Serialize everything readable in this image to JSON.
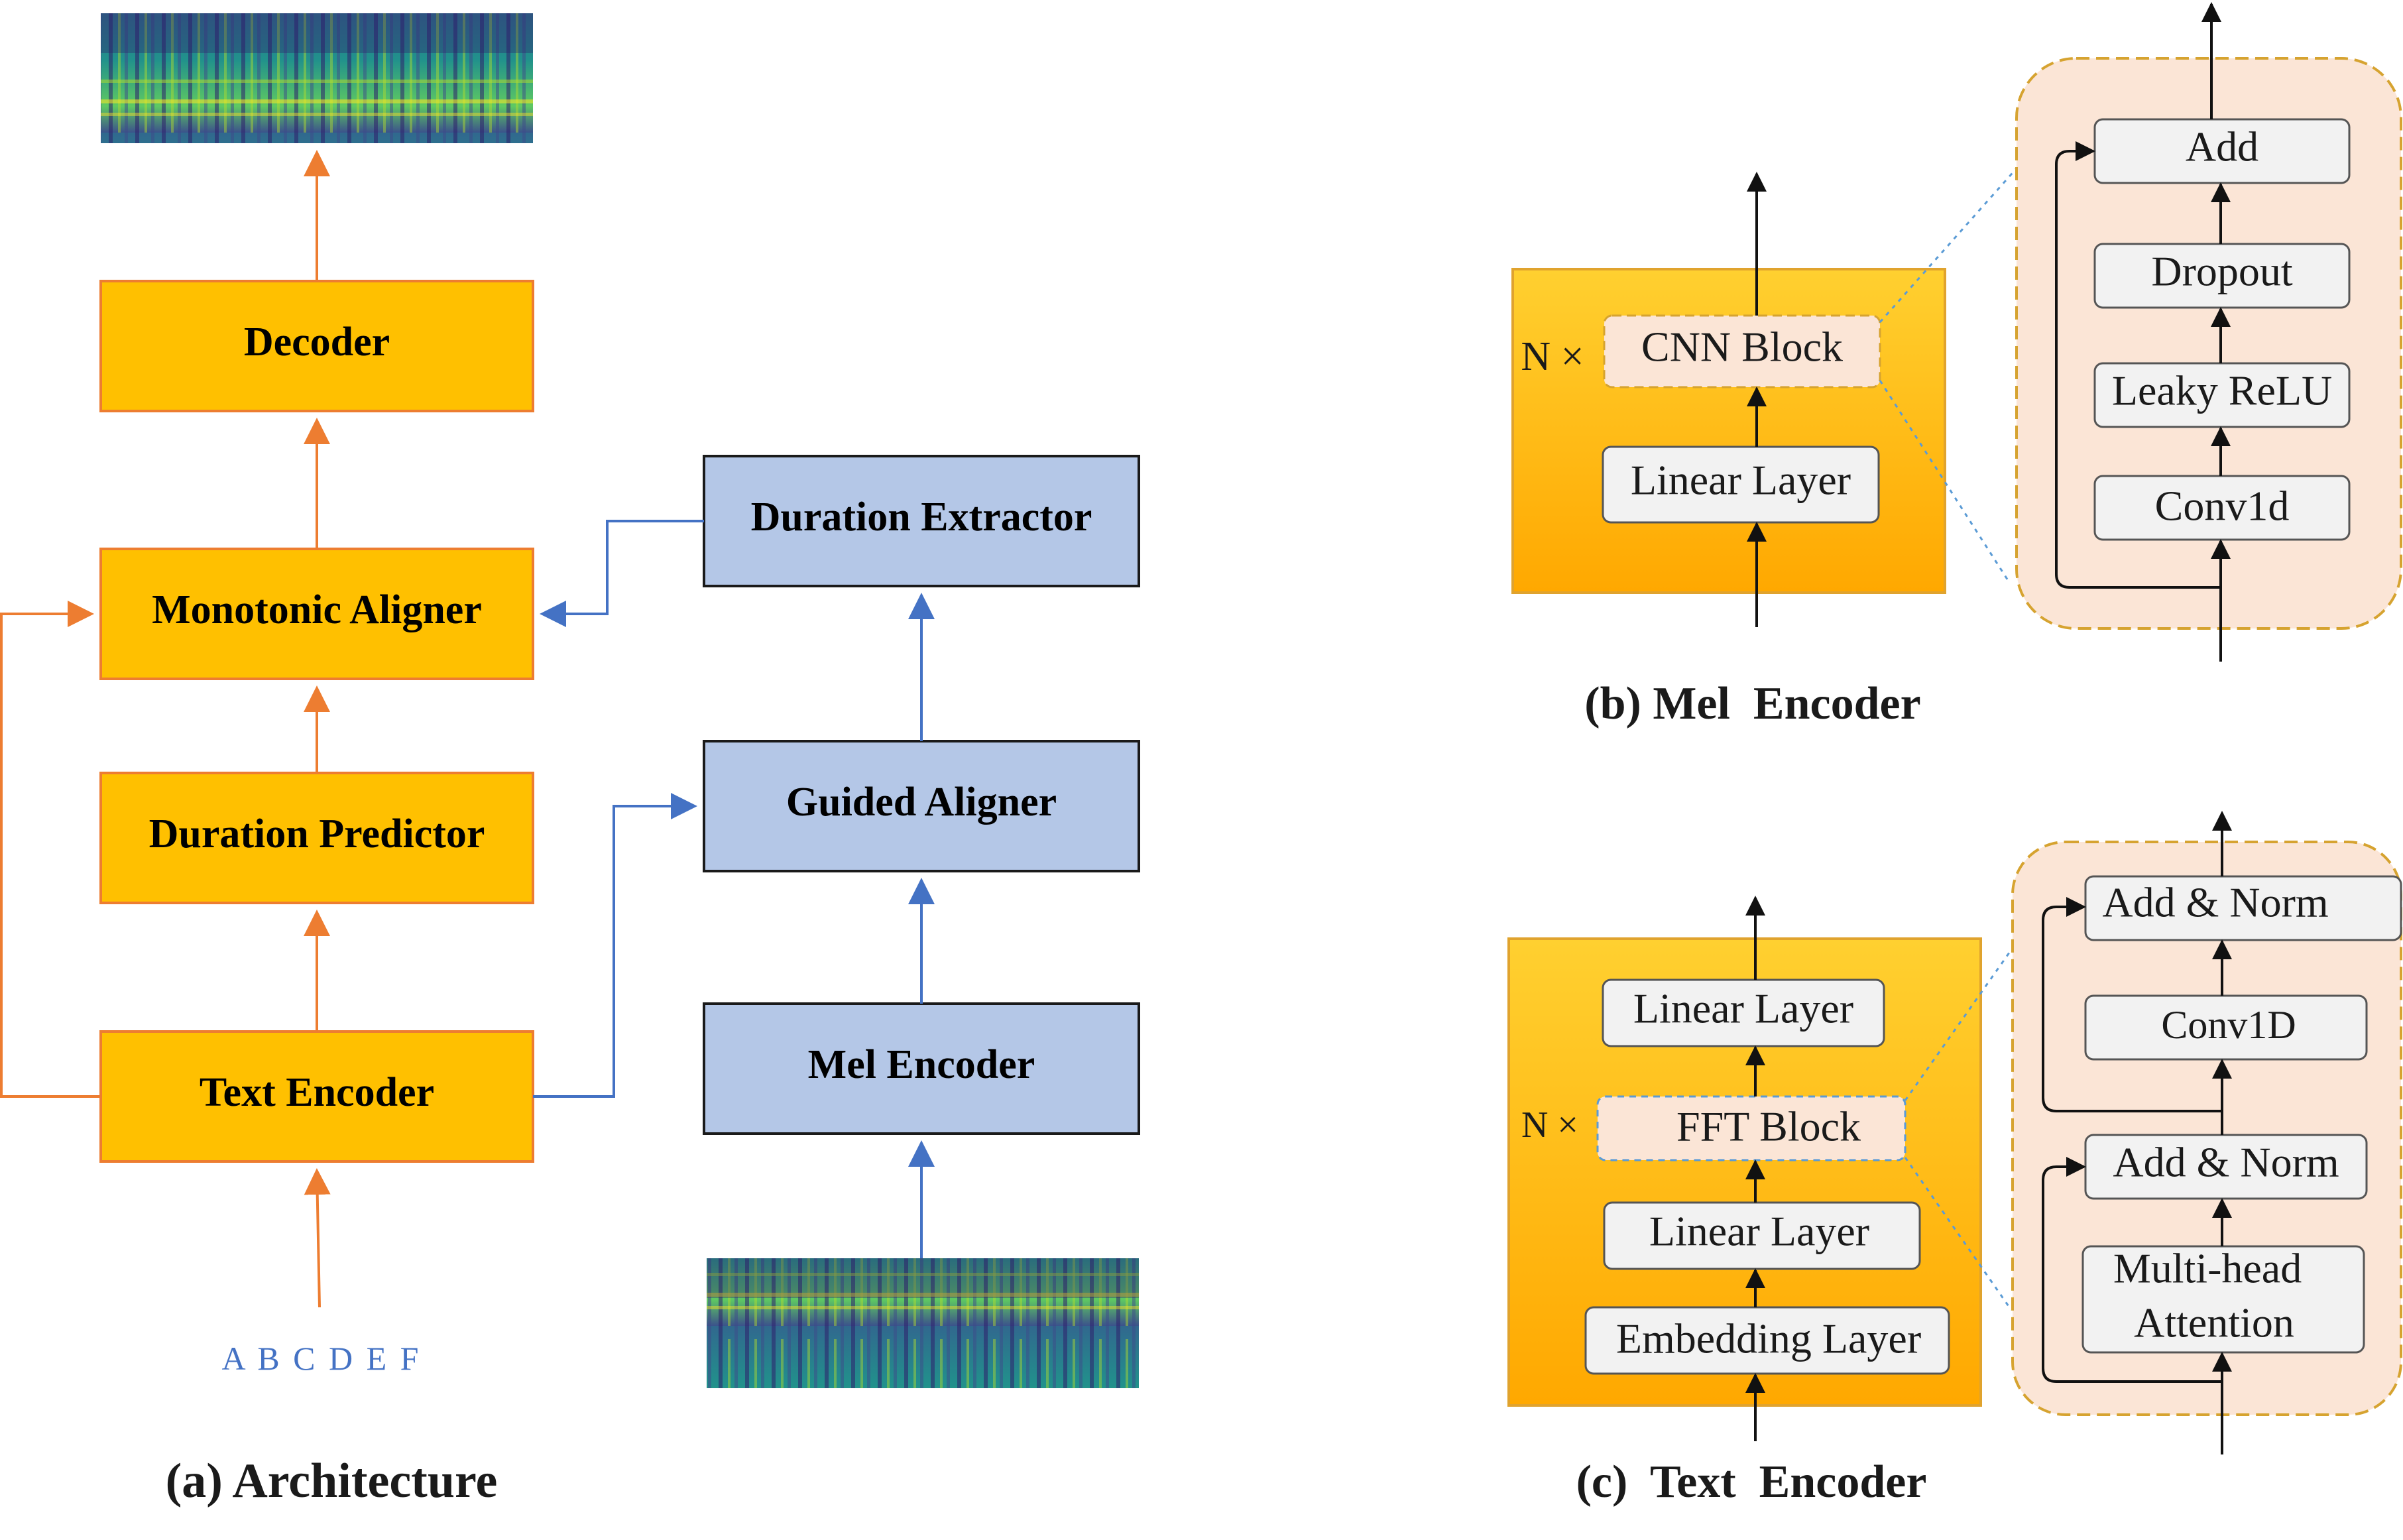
{
  "colors": {
    "orange_fill": "#FFC000",
    "orange_stroke": "#ED7D31",
    "blue_fill": "#B4C7E7",
    "blue_arrow": "#4472C4",
    "dark_stroke": "#1a1a1a",
    "encoder_top": "#FFD030",
    "encoder_bottom": "#FFA800",
    "block_fill": "#F2F2F2",
    "detail_fill": "#FBE5D6",
    "detail_stroke": "#D6A330",
    "dotted_link": "#5B9BD5"
  },
  "architecture": {
    "decoder": "Decoder",
    "monotonic_aligner": "Monotonic Aligner",
    "duration_predictor": "Duration Predictor",
    "text_encoder": "Text Encoder",
    "duration_extractor": "Duration Extractor",
    "guided_aligner": "Guided Aligner",
    "mel_encoder": "Mel Encoder",
    "input_text": "A B C D E F",
    "caption": "(a) Architecture"
  },
  "mel_encoder_detail": {
    "repeat": "N ×",
    "cnn_block": "CNN Block",
    "linear_layer": "Linear Layer",
    "add": "Add",
    "dropout": "Dropout",
    "leaky_relu": "Leaky ReLU",
    "conv1d": "Conv1d",
    "caption": "(b) Mel  Encoder"
  },
  "text_encoder_detail": {
    "repeat": "N ×",
    "linear_layer_top": "Linear Layer",
    "fft_block": "FFT Block",
    "linear_layer_bottom": "Linear Layer",
    "embedding_layer": "Embedding Layer",
    "add_norm_top": "Add & Norm",
    "conv1d": "Conv1D",
    "add_norm_bottom": "Add & Norm",
    "multihead_line1": "Multi-head",
    "multihead_line2": "Attention",
    "caption": "(c)  Text  Encoder"
  },
  "icons": [
    "spectrogram-output-icon",
    "spectrogram-input-icon"
  ]
}
